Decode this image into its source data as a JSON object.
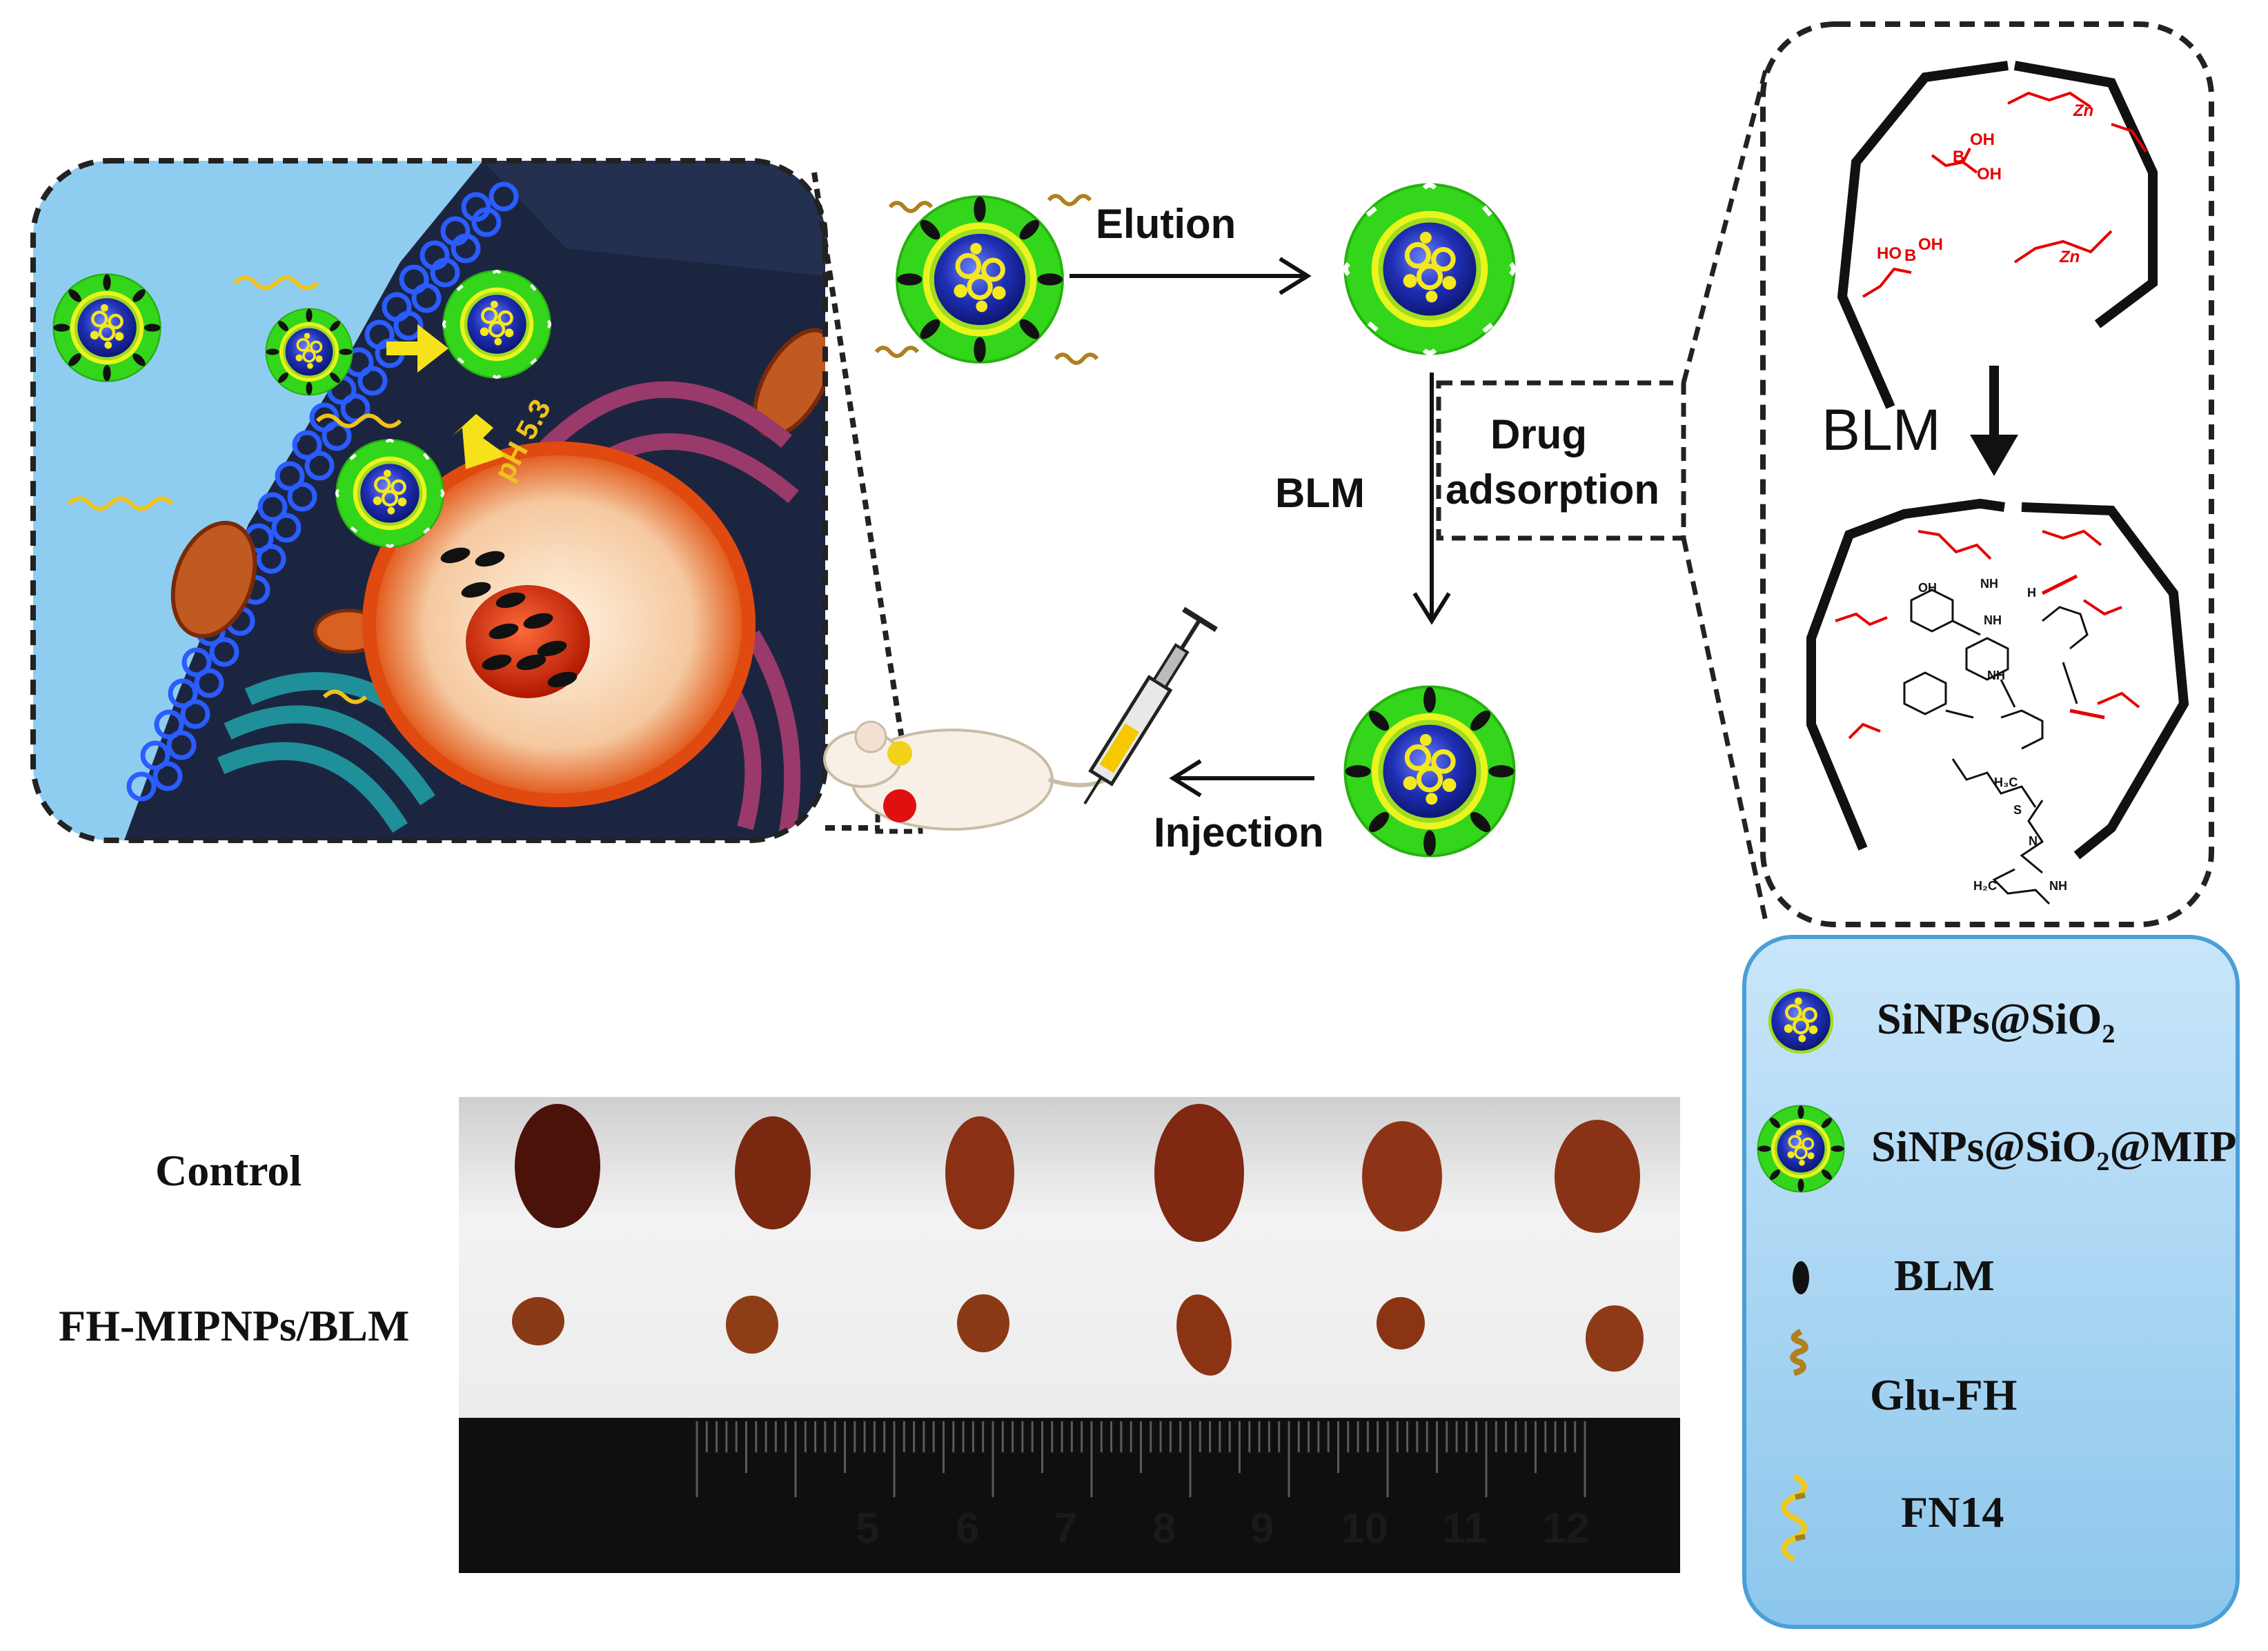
{
  "flow": {
    "elution_label": "Elution",
    "blm_label": "BLM",
    "drug_label_line1": "Drug",
    "drug_label_line2": "adsorption",
    "injection_label": "Injection"
  },
  "cell_panel": {
    "ph_label": "pH 5.3"
  },
  "cavity_panel": {
    "blm_label": "BLM",
    "chem_labels": [
      "OH",
      "OH",
      "B",
      "HO",
      "B",
      "OH",
      "Zn",
      "Zn",
      "NH",
      "H",
      "OH",
      "NH",
      "NH",
      "H₃C",
      "S",
      "N",
      "NH",
      "H₂C"
    ]
  },
  "legend": {
    "items": [
      {
        "label": "SiNPs@SiO₂",
        "icon": "core-nanoparticle-icon"
      },
      {
        "label": "SiNPs@SiO₂@MIP",
        "icon": "mip-nanoparticle-icon"
      },
      {
        "label": "BLM",
        "icon": "blm-ellipse-icon"
      },
      {
        "label": "Glu-FH",
        "icon": "glu-fh-coil-icon"
      },
      {
        "label": "FN14",
        "icon": "fn14-wave-icon"
      }
    ]
  },
  "tumor_photo": {
    "row_labels": [
      "Control",
      "FH-MIPNPs/BLM"
    ],
    "ruler_numbers": [
      "5",
      "6",
      "7",
      "8",
      "9",
      "10",
      "11",
      "12"
    ]
  },
  "colors": {
    "accent_green": "#2ecc1a",
    "core_blue": "#1f2fb4",
    "legend_bg": "#a8d4f0",
    "cell_bg": "#8fcdf0",
    "chem_red": "#e60000"
  }
}
